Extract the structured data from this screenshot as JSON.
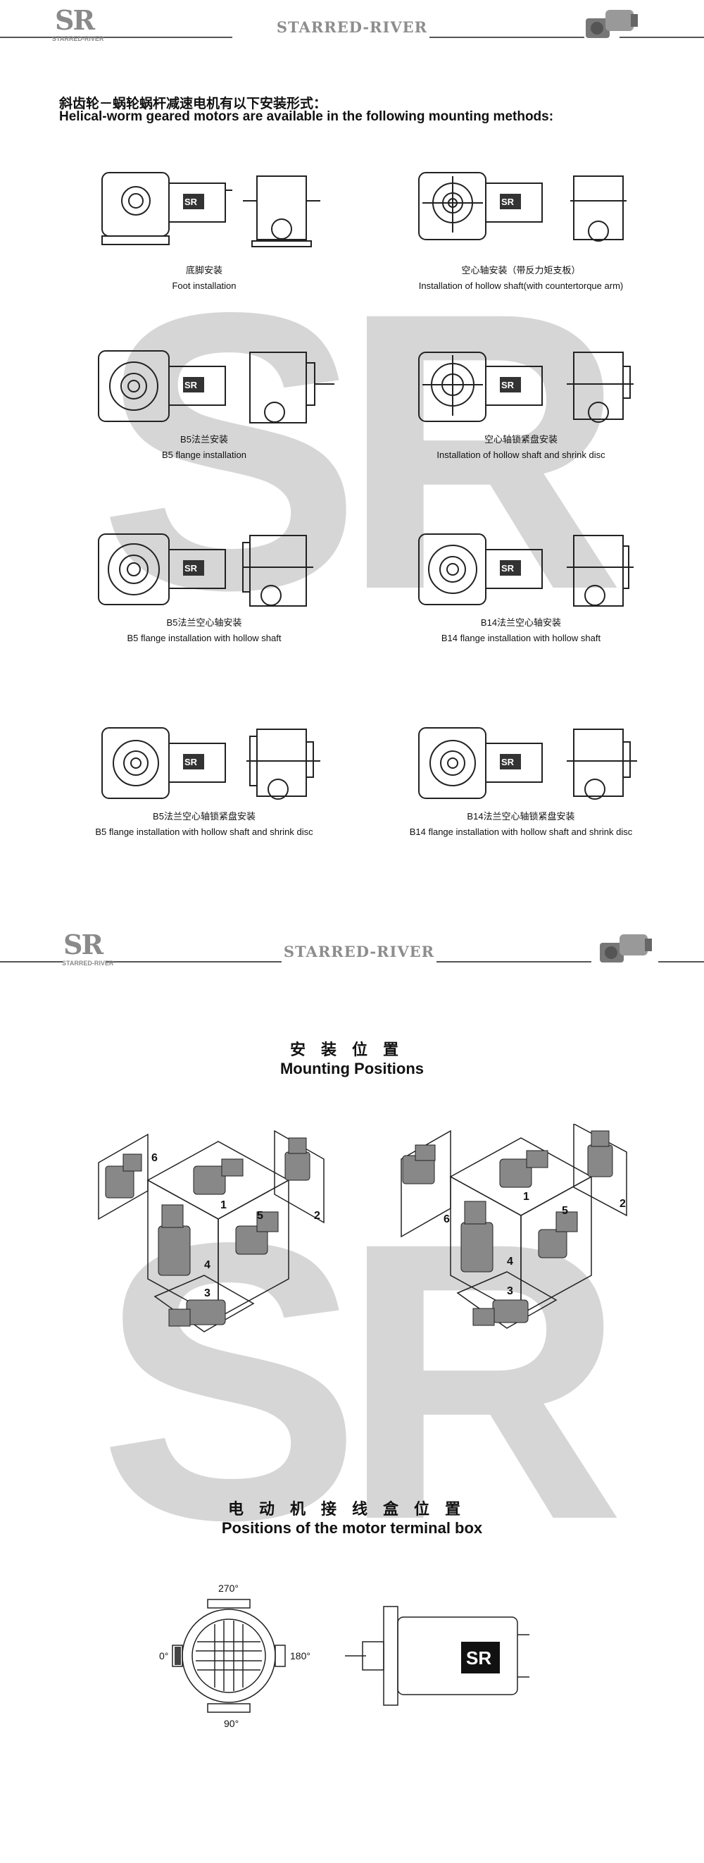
{
  "header": {
    "logo": "SR",
    "logo_sub": "STARRED-RIVER",
    "brand": "STARRED-RIVER"
  },
  "intro": {
    "cn": "斜齿轮－蜗轮蜗杆减速电机有以下安装形式：",
    "en": "Helical-worm geared motors are available in the following mounting methods:"
  },
  "methods": [
    {
      "cn": "底脚安装",
      "en": "Foot installation"
    },
    {
      "cn": "空心轴安装（带反力矩支板）",
      "en": "Installation of hollow shaft(with countertorque arm)"
    },
    {
      "cn": "B5法兰安装",
      "en": "B5 flange installation"
    },
    {
      "cn": "空心轴锁紧盘安装",
      "en": "Installation of hollow shaft and shrink disc"
    },
    {
      "cn": "B5法兰空心轴安装",
      "en": "B5 flange installation with hollow shaft"
    },
    {
      "cn": "B14法兰空心轴安装",
      "en": "B14 flange installation with hollow shaft"
    },
    {
      "cn": "B5法兰空心轴锁紧盘安装",
      "en": "B5 flange installation with hollow shaft and shrink disc"
    },
    {
      "cn": "B14法兰空心轴锁紧盘安装",
      "en": "B14 flange installation with hollow shaft and shrink disc"
    }
  ],
  "mounting_positions": {
    "cn": "安装位置",
    "en": "Mounting Positions",
    "labels": [
      "1",
      "2",
      "3",
      "4",
      "5",
      "6"
    ]
  },
  "terminal_box": {
    "cn": "电动机接线盒位置",
    "en": "Positions of the motor terminal box",
    "angles": [
      "270°",
      "0°",
      "180°",
      "90°"
    ],
    "motor_logo": "SR"
  },
  "watermark": "SR"
}
